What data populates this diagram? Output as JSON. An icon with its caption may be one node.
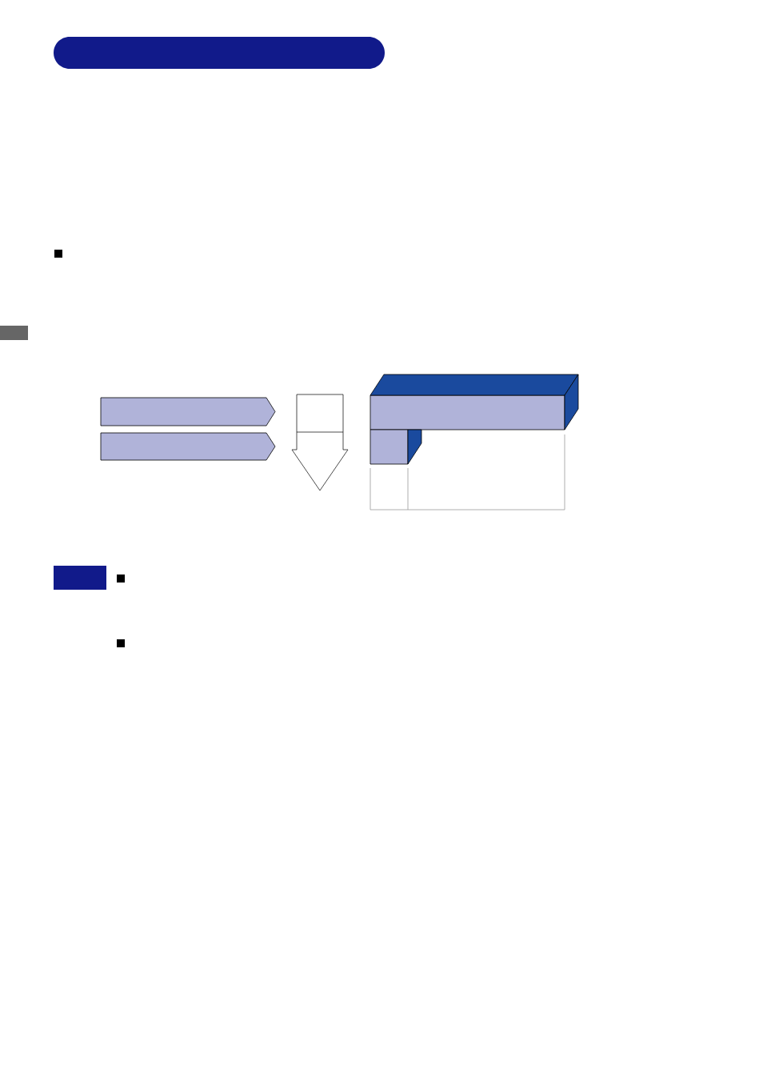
{
  "diagram": {
    "nodes": [
      {
        "text": [],
        "shape": "pill"
      },
      {
        "text": [],
        "shape": "chevron"
      },
      {
        "text": [],
        "shape": "chevron"
      },
      {
        "text": [],
        "shape": "bar"
      },
      {
        "text": [],
        "shape": "box"
      },
      {
        "text": [],
        "shape": "rectangle"
      }
    ]
  }
}
